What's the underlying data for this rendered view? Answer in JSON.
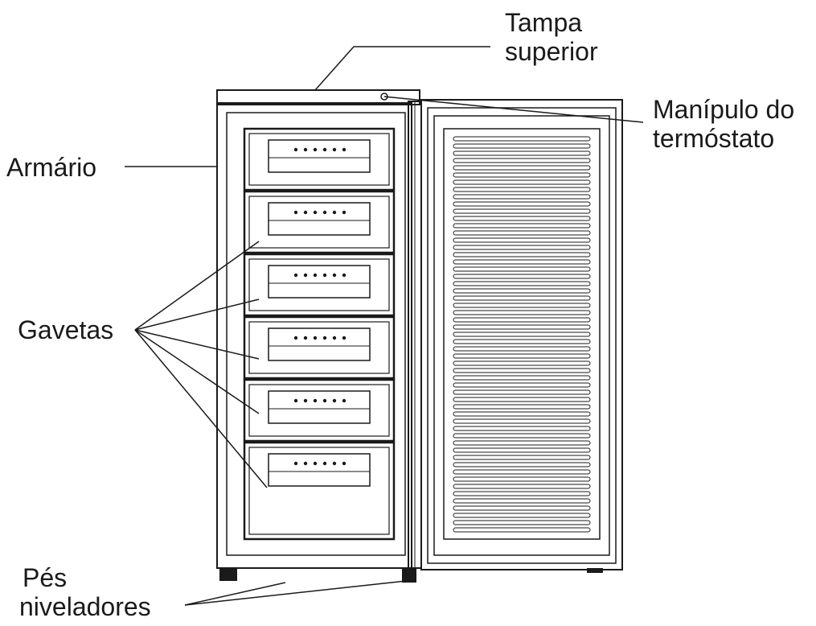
{
  "labels": {
    "top_cover": [
      "Tampa",
      "superior"
    ],
    "thermostat_knob": [
      "Manípulo do",
      "termóstato"
    ],
    "cabinet": [
      "Armário"
    ],
    "drawers": [
      "Gavetas"
    ],
    "leveling_feet": [
      "Pés",
      "niveladores"
    ]
  },
  "drawer_count": 6,
  "colors": {
    "line": "#1a1a1a",
    "background": "#ffffff"
  }
}
